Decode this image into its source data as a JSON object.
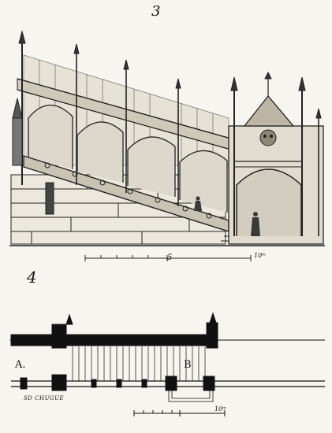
{
  "figures": {
    "elevation_label": "3",
    "plan_label": "4"
  },
  "plan": {
    "point_a": "A.",
    "point_b": "B"
  },
  "scales": {
    "elevation_mid": "5",
    "elevation_end": "10ᵐ",
    "plan_end": "10ᵐ"
  },
  "signature": "SD CHUGUE"
}
